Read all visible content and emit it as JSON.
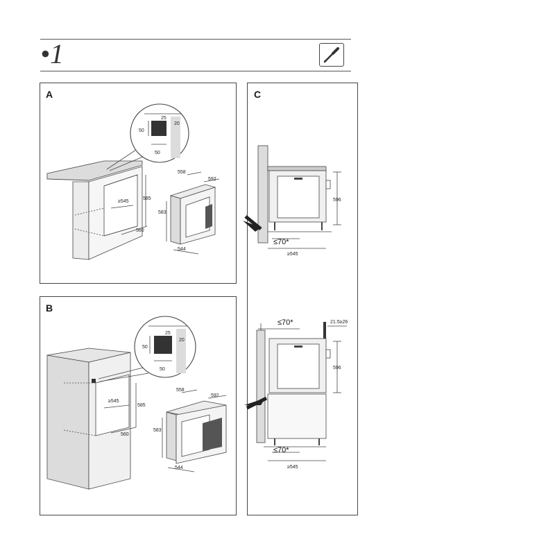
{
  "header": {
    "page_number": "•1",
    "tool_icon": "screwdriver-icon"
  },
  "panels": {
    "a": {
      "letter": "A",
      "detail": {
        "d20": "20",
        "d50v": "50",
        "d50h": "50",
        "d25": "25"
      },
      "niche": {
        "depth": "≥545",
        "height": "585",
        "width": "560"
      },
      "oven": {
        "depth": "558",
        "width": "592",
        "height": "583",
        "front": "544"
      }
    },
    "b": {
      "letter": "B",
      "detail": {
        "d20": "20",
        "d50v": "50",
        "d50h": "50",
        "d25": "25"
      },
      "niche": {
        "depth": "≥545",
        "height": "585",
        "width": "560"
      },
      "oven": {
        "depth": "558",
        "width": "592",
        "height": "583",
        "front": "544"
      }
    },
    "c": {
      "letter": "C",
      "top": {
        "gap": "≤70*",
        "depth": "≥545",
        "height": "596"
      },
      "bottom": {
        "gap_top": "≤70*",
        "thickness": "21.5≥26",
        "height": "596",
        "gap_bottom": "≤70*",
        "depth": "≥545"
      }
    }
  },
  "colors": {
    "line": "#444444",
    "shade": "#dcdcdc",
    "dark": "#333333"
  }
}
